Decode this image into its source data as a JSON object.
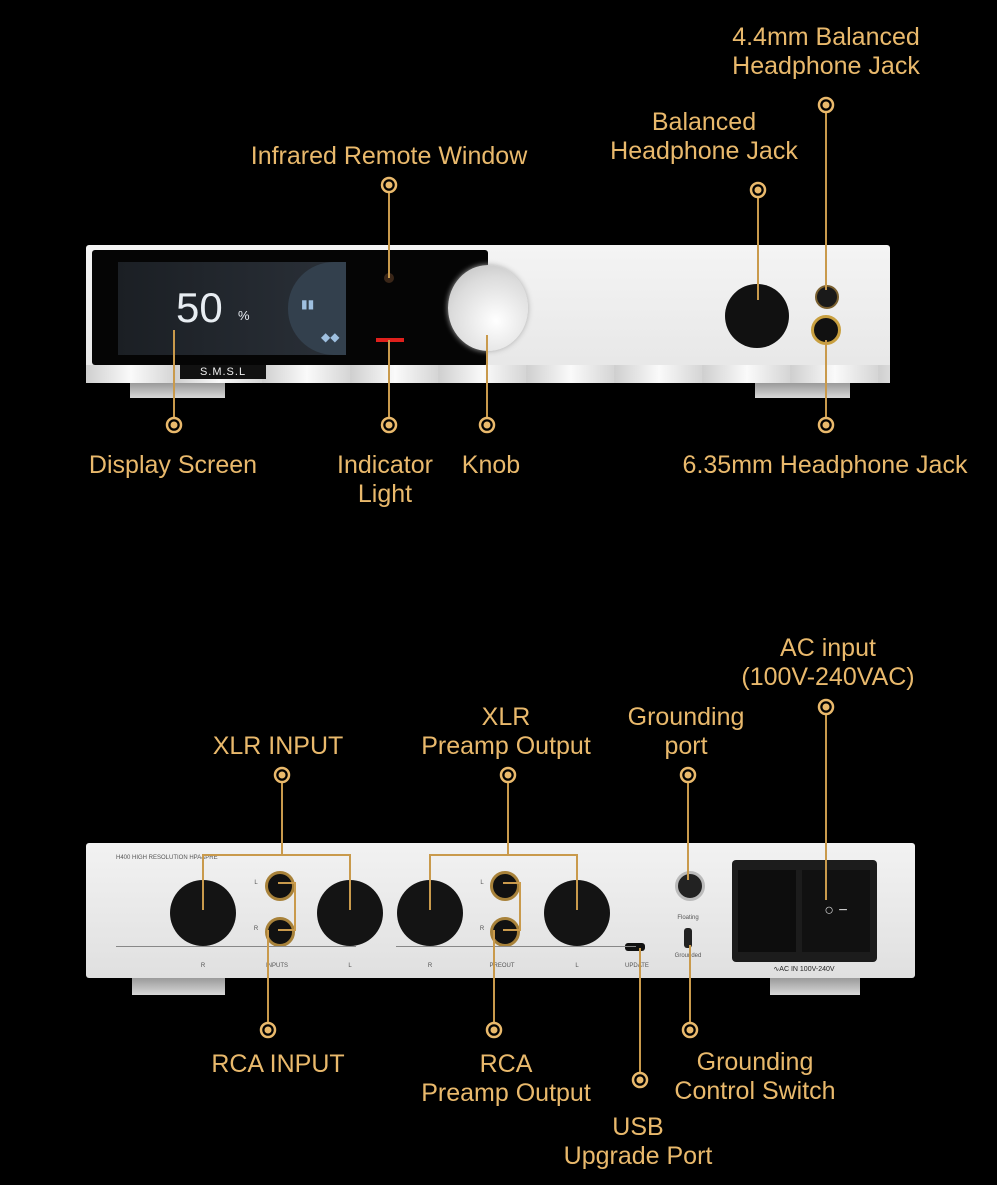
{
  "front": {
    "labels": {
      "balanced_44": [
        "4.4mm Balanced",
        "Headphone Jack"
      ],
      "balanced": [
        "Balanced",
        "Headphone Jack"
      ],
      "infrared": "Infrared Remote Window",
      "display": "Display Screen",
      "indicator": [
        "Indicator",
        "Light"
      ],
      "knob": "Knob",
      "jack_635": "6.35mm Headphone Jack"
    },
    "screen": {
      "volume": "50",
      "unit": "%"
    },
    "brand": "S.M.S.L"
  },
  "back": {
    "labels": {
      "ac": [
        "AC input",
        "(100V-240VAC)"
      ],
      "grounding_port": [
        "Grounding",
        "port"
      ],
      "xlr_preamp": [
        "XLR",
        "Preamp Output"
      ],
      "xlr_input": "XLR INPUT",
      "rca_input": "RCA INPUT",
      "rca_preamp": [
        "RCA",
        "Preamp Output"
      ],
      "grounding_switch": [
        "Grounding",
        "Control Switch"
      ],
      "usb": [
        "USB",
        "Upgrade Port"
      ]
    },
    "printed": {
      "model": "H400  HIGH RESOLUTION HPA&PRE",
      "r1": "R",
      "inputs": "INPUTS",
      "l1": "L",
      "r2": "R",
      "preout": "PREOUT",
      "l2": "L",
      "rca_l": "L",
      "rca_r": "R",
      "rca_l2": "L",
      "rca_r2": "R",
      "update": "UPDATE",
      "floating": "Floating",
      "grounded": "Grounded",
      "ac_in": "∿AC IN 100V-240V"
    }
  },
  "colors": {
    "label": "#e9b96c",
    "line": "#c99a4c",
    "background": "#000000"
  }
}
